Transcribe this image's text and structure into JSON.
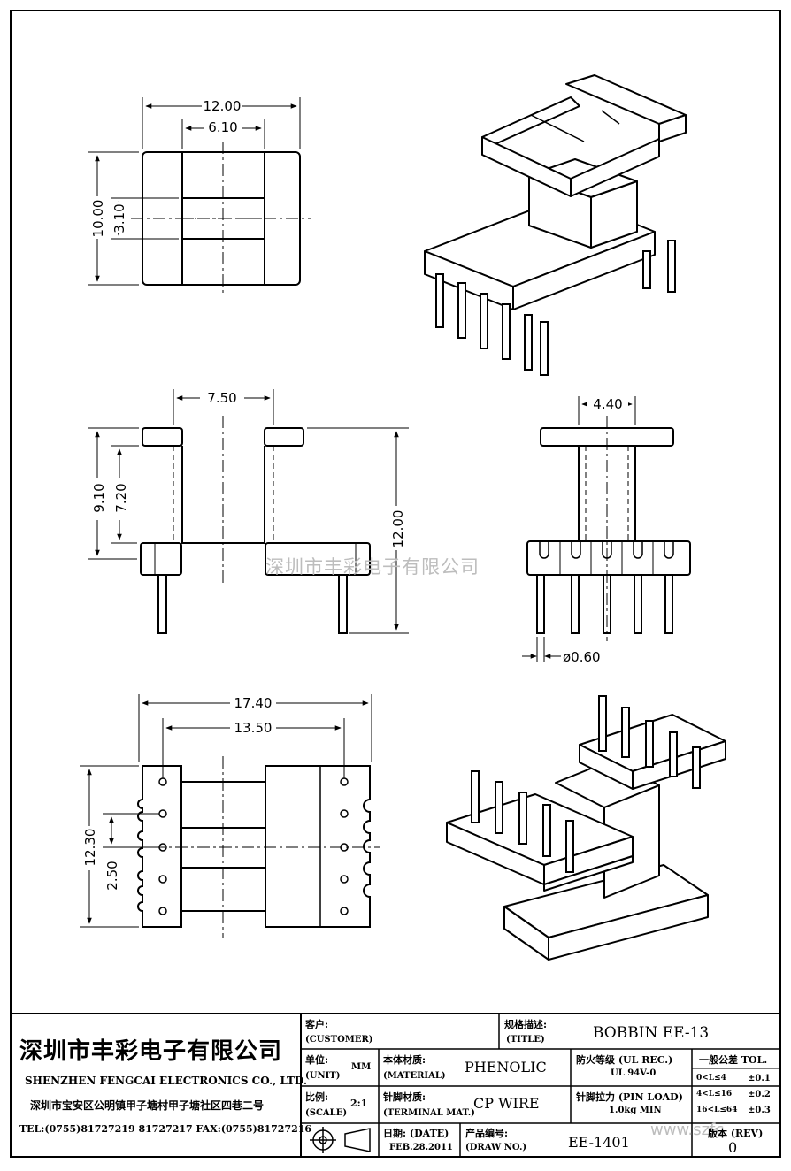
{
  "dimensions": {
    "top_width": "12.00",
    "top_inner": "6.10",
    "top_height": "10.00",
    "top_core": "3.10",
    "front_width": "7.50",
    "front_h1": "9.10",
    "front_h2": "7.20",
    "front_total": "12.00",
    "side_width": "4.40",
    "pin_dia": "ø0.60",
    "bottom_width": "17.40",
    "bottom_pitch_span": "13.50",
    "bottom_height": "12.30",
    "bottom_pitch": "2.50"
  },
  "watermark": "深圳市丰彩电子有限公司",
  "watermark_url": "www.szfc",
  "title_block": {
    "company_cn": "深圳市丰彩电子有限公司",
    "company_en": "SHENZHEN FENGCAI ELECTRONICS CO., LTD.",
    "address": "深圳市宝安区公明镇甲子塘村甲子塘社区四巷二号",
    "phone": "TEL:(0755)81727219  81727217   FAX:(0755)81727216",
    "customer_cn": "客户:",
    "customer_en": "(CUSTOMER)",
    "title_cn": "规格描述:",
    "title_en": "(TITLE)",
    "title_value": "BOBBIN EE-13",
    "unit_cn": "单位:",
    "unit_en": "(UNIT)",
    "unit_value": "MM",
    "material_cn": "本体材质:",
    "material_en": "(MATERIAL)",
    "material_value": "PHENOLIC",
    "ul_cn": "防火等级 (UL REC.)",
    "ul_value": "UL 94V-0",
    "tol_cn": "一般公差 TOL.",
    "tol_rows": [
      {
        "range": "0<L≤4",
        "tol": "±0.1"
      },
      {
        "range": "4<L≤16",
        "tol": "±0.2"
      },
      {
        "range": "16<L≤64",
        "tol": "±0.3"
      }
    ],
    "scale_cn": "比例:",
    "scale_en": "(SCALE)",
    "scale_value": "2:1",
    "terminal_cn": "针脚材质:",
    "terminal_en": "(TERMINAL MAT.)",
    "terminal_value": "CP WIRE",
    "pinload_cn": "针脚拉力 (PIN LOAD)",
    "pinload_value": "1.0kg MIN",
    "date_cn": "日期:  (DATE)",
    "date_value": "FEB.28.2011",
    "drawno_cn": "产品编号:",
    "drawno_en": "(DRAW NO.)",
    "drawno_value": "EE-1401",
    "rev_cn": "版本 (REV)",
    "rev_value": "0"
  }
}
